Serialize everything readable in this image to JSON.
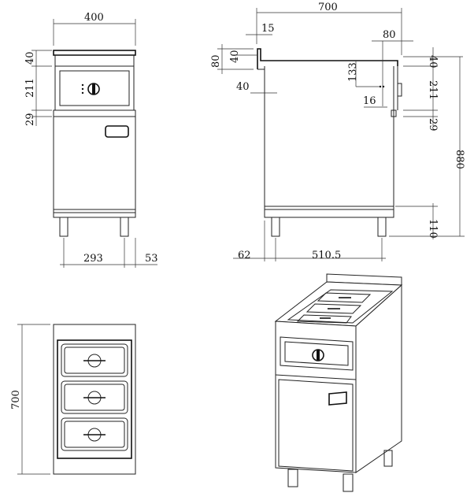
{
  "front_view": {
    "width_label": "400",
    "top_label": "40",
    "panel_label": "211",
    "gap_label": "29",
    "foot_span_label": "293",
    "foot_offset_label": "53"
  },
  "side_view": {
    "depth_label": "700",
    "backsplash_thickness_label": "15",
    "front_lip_label": "80",
    "top_right_label": "40",
    "backsplash_height_label": "80",
    "backsplash_inner_label": "40",
    "back_offset_label": "40",
    "pan_depth_label": "133",
    "rail_label": "16",
    "panel_label": "211",
    "gap_label": "29",
    "total_height_label": "880",
    "leg_height_label": "110",
    "rear_foot_offset_label": "62",
    "foot_span_label": "510.5"
  },
  "plan_view": {
    "depth_label": "700",
    "pan_count": 3
  }
}
